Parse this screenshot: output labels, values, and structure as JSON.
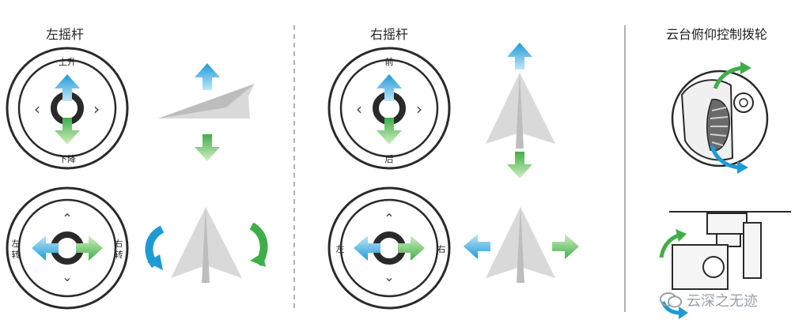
{
  "titles": {
    "left_stick": "左摇杆",
    "right_stick": "右摇杆",
    "gimbal_dial": "云台俯仰控制拨轮"
  },
  "labels": {
    "up": "上升",
    "down": "下降",
    "yaw_left": "左\n转",
    "yaw_right": "右\n转",
    "forward": "前",
    "backward": "后",
    "left": "左",
    "right": "右"
  },
  "watermark": "云深之无迹",
  "colors": {
    "blue": "#1e9ad6",
    "blue_light": "#7fd0f2",
    "green": "#3fae49",
    "green_light": "#a9dc8a",
    "dark": "#2a2a2a",
    "paper": "#d9d9d9",
    "divider": "#9a9a9a"
  }
}
